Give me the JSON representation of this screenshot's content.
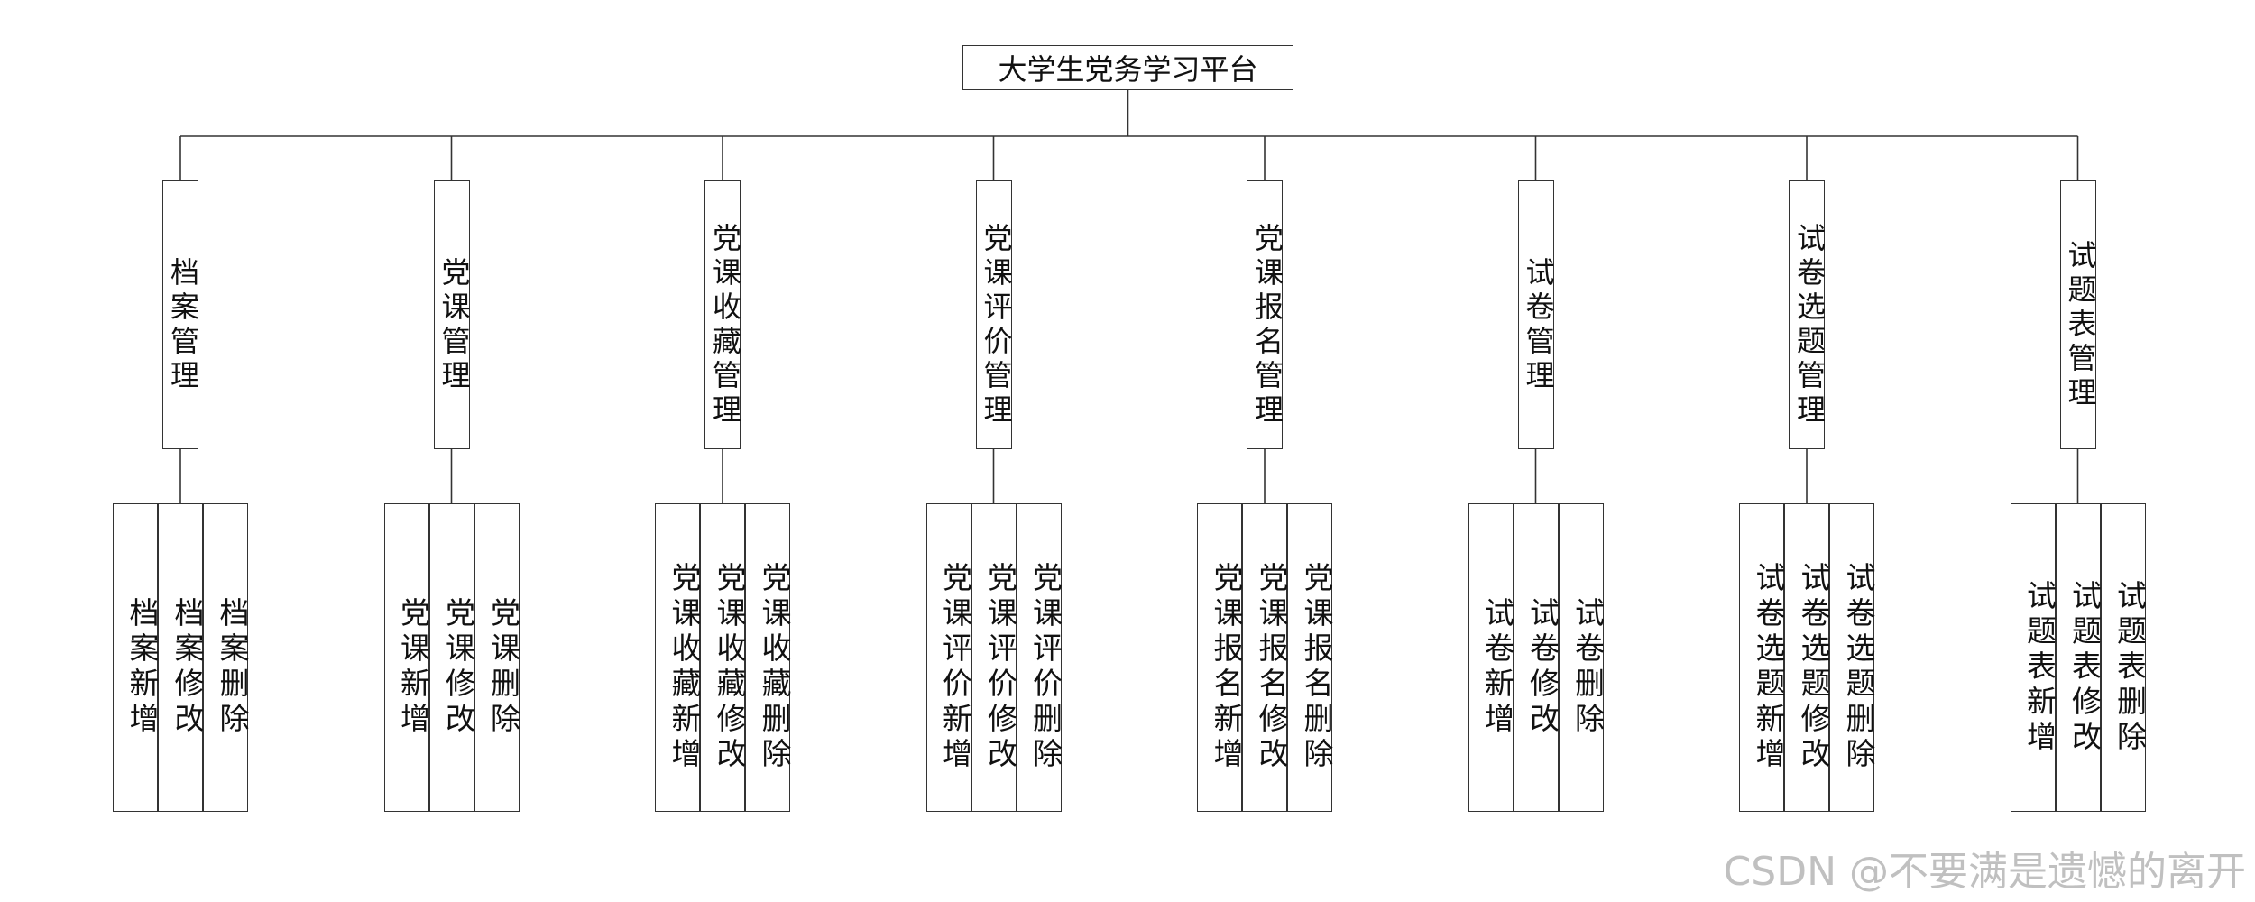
{
  "root": {
    "label": "大学生党务学习平台"
  },
  "modules": [
    {
      "label": "档案管理",
      "actions": [
        "档案新增",
        "档案修改",
        "档案删除"
      ]
    },
    {
      "label": "党课管理",
      "actions": [
        "党课新增",
        "党课修改",
        "党课删除"
      ]
    },
    {
      "label": "党课收藏管理",
      "actions": [
        "党课收藏新增",
        "党课收藏修改",
        "党课收藏删除"
      ]
    },
    {
      "label": "党课评价管理",
      "actions": [
        "党课评价新增",
        "党课评价修改",
        "党课评价删除"
      ]
    },
    {
      "label": "党课报名管理",
      "actions": [
        "党课报名新增",
        "党课报名修改",
        "党课报名删除"
      ]
    },
    {
      "label": "试卷管理",
      "actions": [
        "试卷新增",
        "试卷修改",
        "试卷删除"
      ]
    },
    {
      "label": "试卷选题管理",
      "actions": [
        "试卷选题新增",
        "试卷选题修改",
        "试卷选题删除"
      ]
    },
    {
      "label": "试题表管理",
      "actions": [
        "试题表新增",
        "试题表修改",
        "试题表删除"
      ]
    }
  ],
  "watermark": "CSDN @不要满是遗憾的离开"
}
